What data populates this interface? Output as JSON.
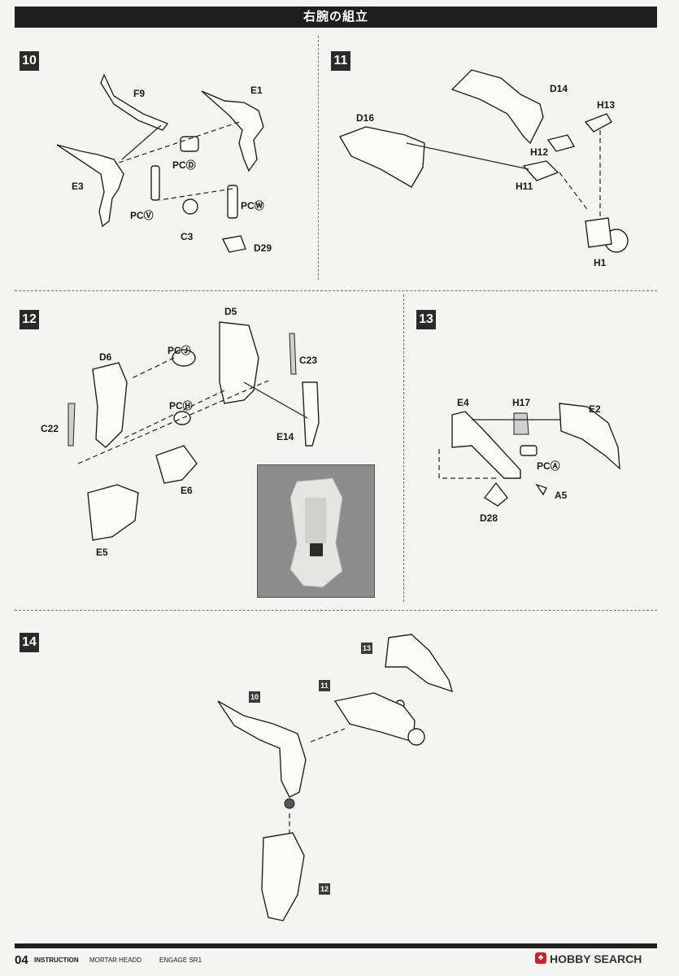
{
  "title": "右腕の組立",
  "steps": {
    "s10": {
      "number": "10",
      "labels": {
        "F9": "F9",
        "E1": "E1",
        "E3": "E3",
        "PCD": "PCⒹ",
        "PCV": "PCⓋ",
        "PCW": "PCⓌ",
        "C3": "C3",
        "D29": "D29"
      }
    },
    "s11": {
      "number": "11",
      "labels": {
        "D14": "D14",
        "D16": "D16",
        "H13": "H13",
        "H12": "H12",
        "H11": "H11",
        "H1": "H1"
      }
    },
    "s12": {
      "number": "12",
      "labels": {
        "D5": "D5",
        "D6": "D6",
        "PCJ": "PCⒿ",
        "C23": "C23",
        "PCH": "PCⒽ",
        "C22": "C22",
        "E14": "E14",
        "E6": "E6",
        "E5": "E5"
      }
    },
    "s13": {
      "number": "13",
      "labels": {
        "E4": "E4",
        "H17": "H17",
        "E2": "E2",
        "PCA": "PCⒶ",
        "A5": "A5",
        "D28": "D28"
      }
    },
    "s14": {
      "number": "14",
      "refs": {
        "r13": "13",
        "r11": "11",
        "r10": "10",
        "r12": "12"
      }
    }
  },
  "footer": {
    "page": "04",
    "instruction": "INSTRUCTION",
    "product": "MORTAR HEADD",
    "model": "ENGAGE SR1",
    "brand": "HOBBY SEARCH",
    "brand_icon": "hobbysearch-logo-icon",
    "brand_color": "#c8252b"
  }
}
